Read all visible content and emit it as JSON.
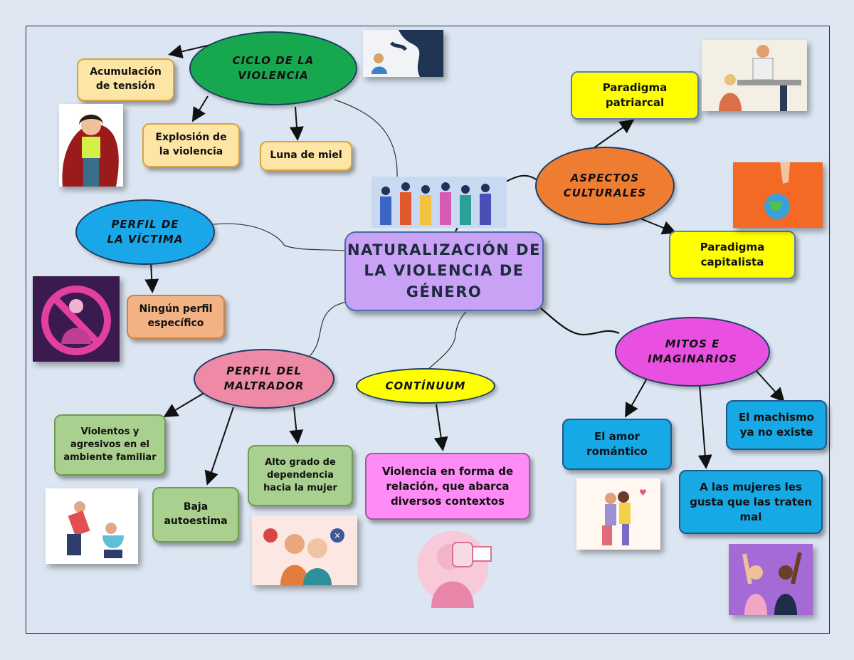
{
  "center": {
    "title": "NATURALIZACIÓN DE LA VIOLENCIA DE GÉNERO"
  },
  "ciclo": {
    "title": "CICLO DE LA VIOLENCIA",
    "items": [
      "Acumulación de tensión",
      "Explosión de la violencia",
      "Luna de miel"
    ]
  },
  "perfil_victima": {
    "title": "PERFIL DE LA VÍCTIMA",
    "items": [
      "Ningún perfil específico"
    ]
  },
  "perfil_maltrador": {
    "title": "PERFIL DEL MALTRADOR",
    "items": [
      "Violentos y agresivos en el ambiente familiar",
      "Baja autoestima",
      "Alto grado de dependencia hacia la mujer"
    ]
  },
  "continuum": {
    "title": "CONTÍNUUM",
    "items": [
      "Violencia en forma de relación, que abarca diversos contextos"
    ]
  },
  "aspectos": {
    "title": "ASPECTOS CULTURALES",
    "items": [
      "Paradigma patriarcal",
      "Paradigma capitalista"
    ]
  },
  "mitos": {
    "title": "MITOS E IMAGINARIOS",
    "items": [
      "El amor romántico",
      "A las mujeres les gusta que las traten mal",
      "El machismo ya no existe"
    ]
  },
  "colors": {
    "background": "#dce6f2",
    "ciclo": "#17a84f",
    "victima": "#1aa7ea",
    "maltrador": "#ee8aa5",
    "continuum": "#ffff00",
    "aspectos": "#ee7d31",
    "mitos": "#e94fe0",
    "center": "#c9a2f5"
  },
  "icons": [
    "hand-over-crouching-person-image",
    "worried-woman-image",
    "protest-crowd-image",
    "crossed-woman-image",
    "fighting-couple-image",
    "arguing-people-image",
    "woman-stop-hand-image",
    "patriarchal-office-image",
    "hand-globe-image",
    "romantic-couple-image",
    "raised-fists-women-image"
  ]
}
